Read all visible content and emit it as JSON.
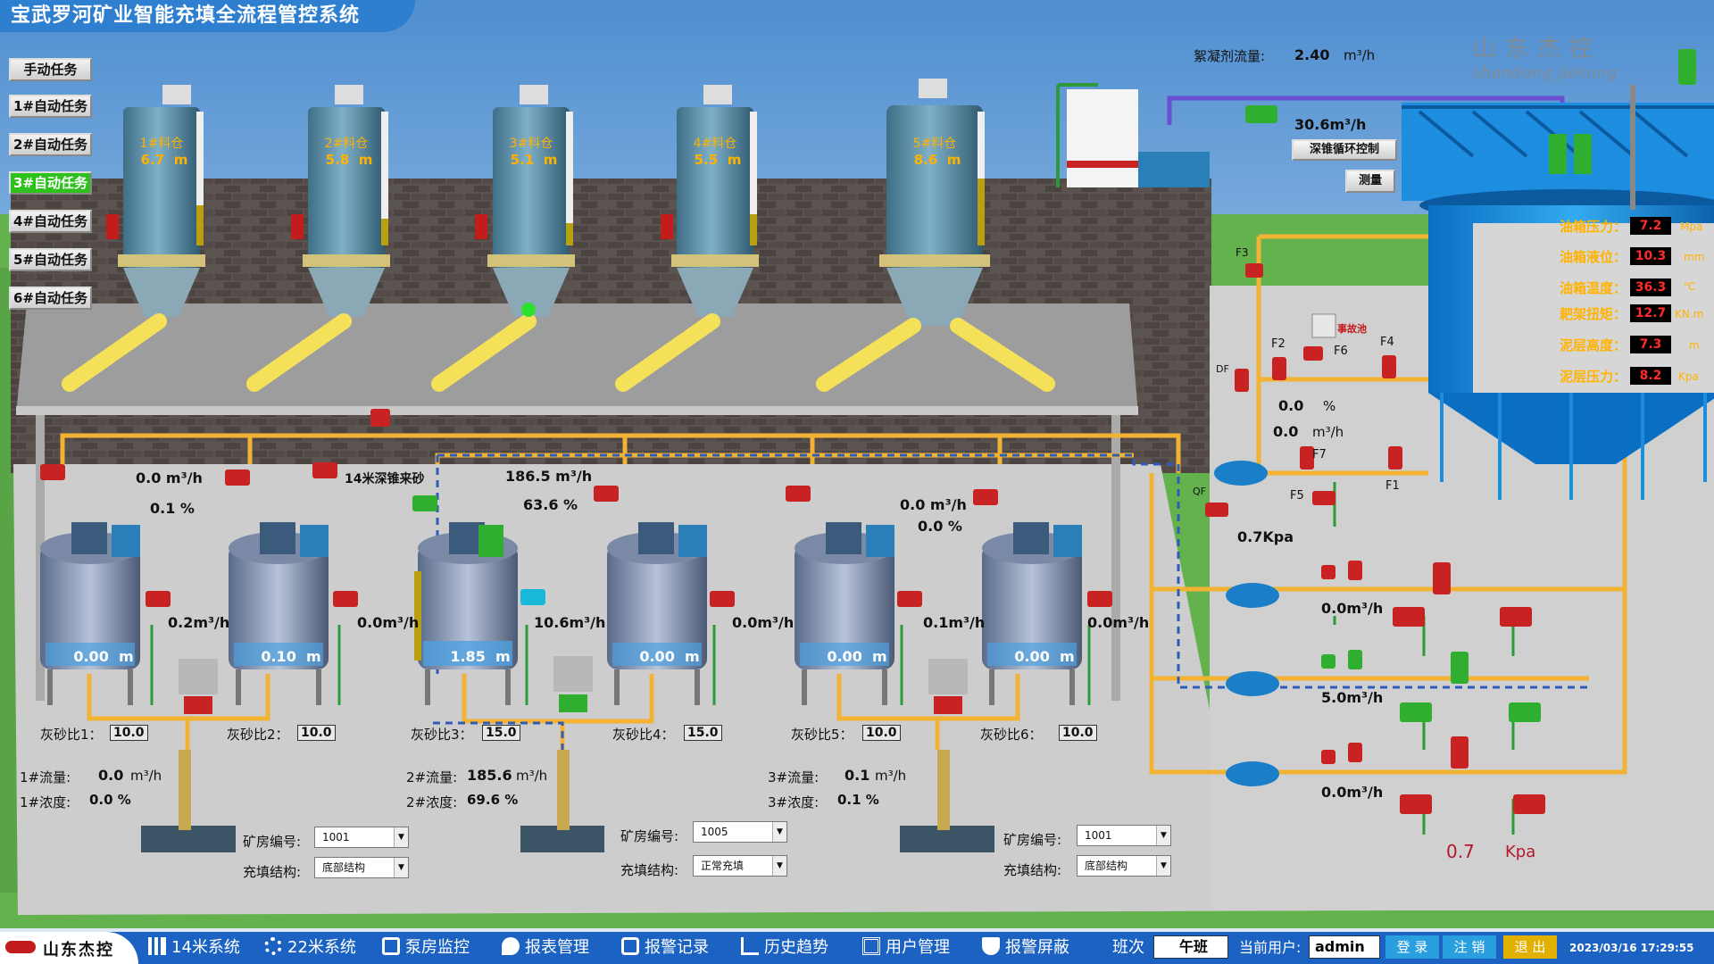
{
  "app": {
    "title": "宝武罗河矿业智能充填全流程管控系统",
    "brand": "山东杰控",
    "brand_pinyin": "shandong jiekong"
  },
  "task_buttons": [
    {
      "label": "手动任务",
      "active": false
    },
    {
      "label": "1#自动任务",
      "active": false
    },
    {
      "label": "2#自动任务",
      "active": false
    },
    {
      "label": "3#自动任务",
      "active": true
    },
    {
      "label": "4#自动任务",
      "active": false
    },
    {
      "label": "5#自动任务",
      "active": false
    },
    {
      "label": "6#自动任务",
      "active": false
    }
  ],
  "silos": [
    {
      "name": "1#料仓",
      "level": "6.7",
      "unit": "m"
    },
    {
      "name": "2#料仓",
      "level": "5.8",
      "unit": "m"
    },
    {
      "name": "3#料仓",
      "level": "5.1",
      "unit": "m"
    },
    {
      "name": "4#料仓",
      "level": "5.5",
      "unit": "m"
    },
    {
      "name": "5#料仓",
      "level": "8.6",
      "unit": "m"
    }
  ],
  "flocculant": {
    "label": "絮凝剂流量:",
    "value": "2.40",
    "unit": "m³/h"
  },
  "circulation": {
    "flow": "30.6m³/h",
    "btn": "深锥循环控制",
    "measure_btn": "测量"
  },
  "line_flows": {
    "f1": "0.0 m³/h",
    "c1": "0.1 %",
    "f2_label": "14米深锥来砂",
    "f2": "186.5 m³/h",
    "c2": "63.6 %",
    "f3": "0.0 m³/h",
    "c3": "0.0 %"
  },
  "tanks": [
    {
      "level": "0.00",
      "unit": "m",
      "flow": "0.2m³/h",
      "ratio_label": "灰砂比1：",
      "ratio": "10.0"
    },
    {
      "level": "0.10",
      "unit": "m",
      "flow": "0.0m³/h",
      "ratio_label": "灰砂比2：",
      "ratio": "10.0"
    },
    {
      "level": "1.85",
      "unit": "m",
      "flow": "10.6m³/h",
      "ratio_label": "灰砂比3：",
      "ratio": "15.0"
    },
    {
      "level": "0.00",
      "unit": "m",
      "flow": "0.0m³/h",
      "ratio_label": "灰砂比4：",
      "ratio": "15.0"
    },
    {
      "level": "0.00",
      "unit": "m",
      "flow": "0.1m³/h",
      "ratio_label": "灰砂比5：",
      "ratio": "10.0"
    },
    {
      "level": "0.00",
      "unit": "m",
      "flow": "0.0m³/h",
      "ratio_label": "灰砂比6：",
      "ratio": "10.0"
    }
  ],
  "outputs": [
    {
      "flow_label": "1#流量:",
      "flow": "0.0",
      "flow_unit": "m³/h",
      "conc_label": "1#浓度:",
      "conc": "0.0 %",
      "room_label": "矿房编号:",
      "room": "1001",
      "struct_label": "充填结构:",
      "struct": "底部结构"
    },
    {
      "flow_label": "2#流量:",
      "flow": "185.6",
      "flow_unit": "m³/h",
      "conc_label": "2#浓度:",
      "conc": "69.6 %",
      "room_label": "矿房编号:",
      "room": "1005",
      "struct_label": "充填结构:",
      "struct": "正常充填"
    },
    {
      "flow_label": "3#流量:",
      "flow": "0.1",
      "flow_unit": "m³/h",
      "conc_label": "3#浓度:",
      "conc": "0.1 %",
      "room_label": "矿房编号:",
      "room": "1001",
      "struct_label": "充填结构:",
      "struct": "底部结构"
    }
  ],
  "thickener_params": [
    {
      "label": "油箱压力：",
      "value": "7.2",
      "unit": "Mpa"
    },
    {
      "label": "油箱液位：",
      "value": "10.3",
      "unit": "mm"
    },
    {
      "label": "油箱温度：",
      "value": "36.3",
      "unit": "℃"
    },
    {
      "label": "耙架扭矩：",
      "value": "12.7",
      "unit": "KN.m"
    },
    {
      "label": "泥层高度：",
      "value": "7.3",
      "unit": "m"
    },
    {
      "label": "泥层压力：",
      "value": "8.2",
      "unit": "Kpa"
    }
  ],
  "right_side": {
    "valve_tags": [
      "F3",
      "F2",
      "F6",
      "F4",
      "DF",
      "F7",
      "F1",
      "F5",
      "QF"
    ],
    "emergency_pool": "事故池",
    "v1": "0.0",
    "v1_unit": "%",
    "v2": "0.0",
    "v2_unit": "m³/h",
    "pressure": "0.7Kpa",
    "pump_flows": [
      "0.0m³/h",
      "5.0m³/h",
      "0.0m³/h"
    ],
    "bottom_val": "0.7",
    "bottom_unit": "Kpa"
  },
  "nav": [
    {
      "label": "14米系统",
      "icon": "bar-chart-icon"
    },
    {
      "label": "22米系统",
      "icon": "gear-icon"
    },
    {
      "label": "泵房监控",
      "icon": "monitor-icon"
    },
    {
      "label": "报表管理",
      "icon": "balloon-icon"
    },
    {
      "label": "报警记录",
      "icon": "alarm-record-icon"
    },
    {
      "label": "历史趋势",
      "icon": "trend-icon"
    },
    {
      "label": "用户管理",
      "icon": "user-table-icon"
    },
    {
      "label": "报警屏蔽",
      "icon": "shield-icon"
    }
  ],
  "status": {
    "shift_label": "班次",
    "shift": "午班",
    "user_label": "当前用户:",
    "user": "admin",
    "login": "登 录",
    "logout": "注 销",
    "exit": "退 出",
    "datetime": "2023/03/16 17:29:55"
  },
  "colors": {
    "title_bg": "#2e7fd0",
    "bottom_bar": "#1b62c3",
    "pipe": "#f2b233",
    "silo_text": "#ffb100",
    "param_text": "#ffb300",
    "alarm_red": "#ff2b2b",
    "active_green": "#2ec11d"
  }
}
